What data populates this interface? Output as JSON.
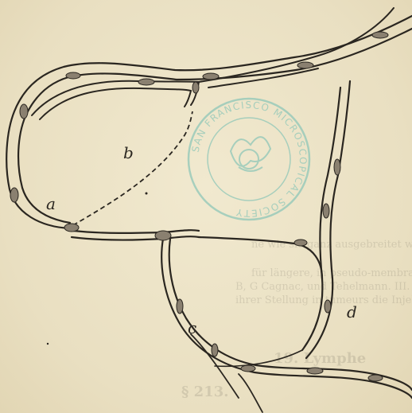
{
  "figure": {
    "labels": {
      "a": "a",
      "b": "b",
      "c": "c",
      "d": "d"
    }
  },
  "stamp": {
    "ring_text": "SAN FRANCISCO MICROSCOPICAL SOCIETY",
    "color": "#8fc7b8"
  },
  "bleed_through": {
    "line1": "ne wie sie ganz ausgebreitet werden können,",
    "line2": "für längere, in pseudo-membranen und schwielen,",
    "line3": "B, G Cagnac, und Tehelmann. III. Kraus war",
    "line4": "ihrer Stellung in tumeurs die Injektion.",
    "line5": "19. Lymphe",
    "line6": "§ 213."
  },
  "colors": {
    "ink": "#2a2620",
    "paper": "#ece3c6"
  }
}
